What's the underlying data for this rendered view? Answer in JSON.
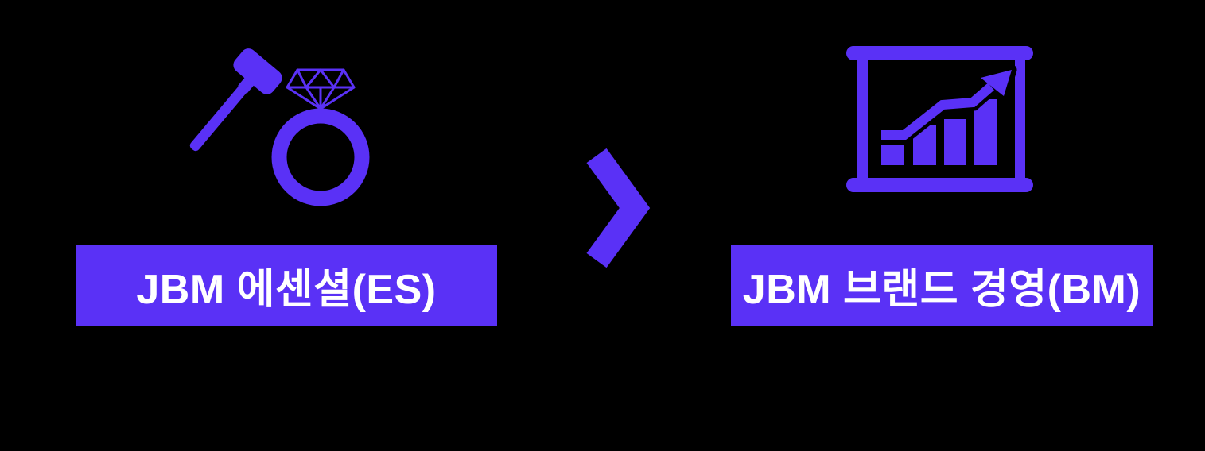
{
  "colors": {
    "background": "#000000",
    "accent": "#5A31F6",
    "label_text": "#FFFFFF"
  },
  "diagram": {
    "type": "process-flow",
    "stages": [
      {
        "id": "es",
        "icon": "gavel-and-diamond-ring-icon",
        "label": "JBM 에센셜(ES)"
      },
      {
        "id": "bm",
        "icon": "growth-chart-board-icon",
        "label": "JBM 브랜드 경영(BM)"
      }
    ],
    "connector": {
      "icon": "chevron-right-icon"
    }
  }
}
